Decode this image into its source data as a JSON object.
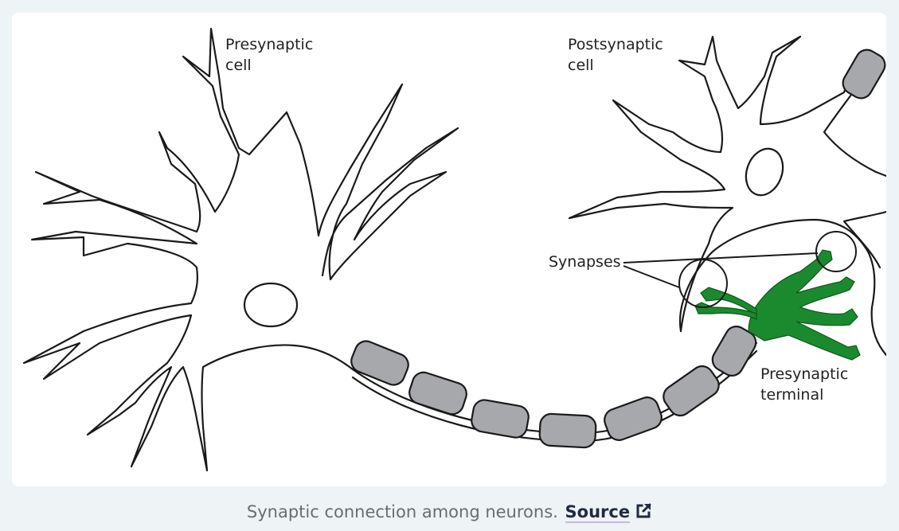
{
  "figure": {
    "labels": {
      "presynaptic_cell": "Presynaptic\ncell",
      "postsynaptic_cell": "Postsynaptic\ncell",
      "synapses": "Synapses",
      "presynaptic_terminal": "Presynaptic\nterminal"
    },
    "colors": {
      "outline": "#1a1a1a",
      "myelin": "#a6a8ab",
      "terminal": "#1b8a2e",
      "background": "#ffffff",
      "page": "#eef3f6"
    }
  },
  "caption": {
    "text": "Synaptic connection among neurons.",
    "source_label": "Source",
    "source_icon": "external-link-icon"
  }
}
